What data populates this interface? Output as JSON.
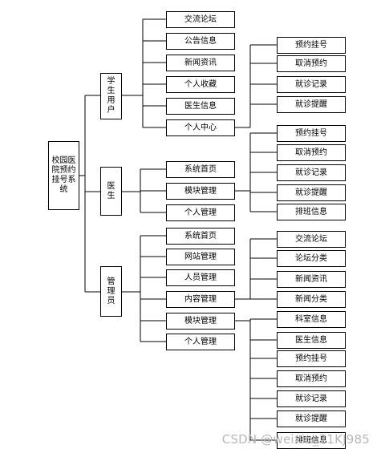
{
  "root": "校园医院预约挂号系统",
  "roles": {
    "student": "学生用户",
    "doctor": "医生",
    "admin": "管理员"
  },
  "student": {
    "modules": [
      "交流论坛",
      "公告信息",
      "新闻资讯",
      "个人收藏",
      "医生信息",
      "个人中心"
    ],
    "center": [
      "预约挂号",
      "取消预约",
      "就诊记录",
      "就诊提醒"
    ]
  },
  "doctor": {
    "modules": [
      "系统首页",
      "模块管理",
      "个人管理"
    ],
    "module_items": [
      "预约挂号",
      "取消预约",
      "就诊记录",
      "就诊提醒",
      "排班信息"
    ]
  },
  "admin": {
    "modules": [
      "系统首页",
      "网站管理",
      "人员管理",
      "内容管理",
      "模块管理",
      "个人管理"
    ],
    "content_items": [
      "交流论坛",
      "论坛分类",
      "新闻资讯",
      "新闻分类"
    ],
    "module_items": [
      "科室信息",
      "医生信息",
      "预约挂号",
      "取消预约",
      "就诊记录",
      "就诊提醒",
      "排班信息"
    ]
  },
  "watermark": "CSDN @weixin_71KJ985"
}
